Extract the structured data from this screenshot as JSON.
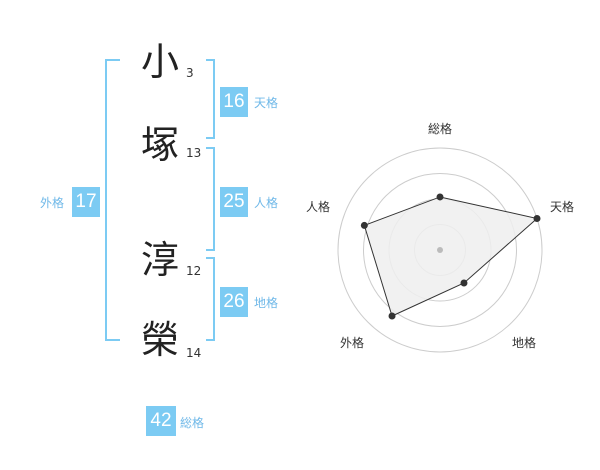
{
  "name": {
    "characters": [
      {
        "char": "小",
        "strokes": "3"
      },
      {
        "char": "塚",
        "strokes": "13"
      },
      {
        "char": "淳",
        "strokes": "12"
      },
      {
        "char": "榮",
        "strokes": "14"
      }
    ]
  },
  "kaku": {
    "tenkaku": {
      "value": "16",
      "label": "天格"
    },
    "jinkaku": {
      "value": "25",
      "label": "人格"
    },
    "chikaku": {
      "value": "26",
      "label": "地格"
    },
    "gaikaku": {
      "value": "17",
      "label": "外格"
    },
    "soukaku": {
      "value": "42",
      "label": "総格"
    }
  },
  "chart_data": {
    "type": "radar",
    "axes": [
      "総格",
      "天格",
      "地格",
      "外格",
      "人格"
    ],
    "values": [
      0.52,
      1.0,
      0.4,
      0.8,
      0.78
    ],
    "rings": 4,
    "colors": {
      "bracket": "#7ccbf3",
      "badge": "#7ccbf3",
      "fill": "#efefef",
      "line": "#333333",
      "ring": "#cccccc"
    }
  }
}
